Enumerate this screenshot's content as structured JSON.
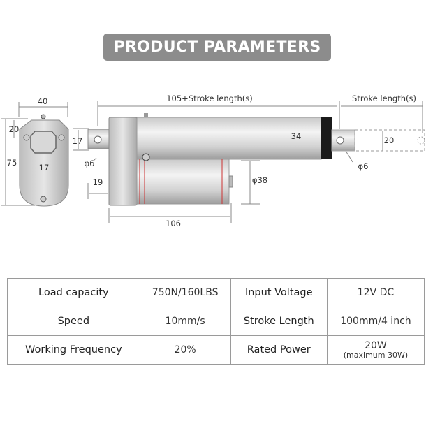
{
  "title": "PRODUCT PARAMETERS",
  "diagram": {
    "side_width": "40",
    "side_height": "75",
    "side_top": "20",
    "side_square": "17",
    "clevis_height": "17",
    "clevis_hole": "φ6",
    "total_length": "105+Stroke length(s)",
    "stroke_length": "Stroke length(s)",
    "tube_diameter": "34",
    "rod_width": "20",
    "rod_hole": "φ6",
    "motor_diameter": "φ38",
    "gear_offset": "19",
    "motor_length": "106"
  },
  "specs": [
    {
      "label": "Load capacity",
      "value": "750N/160LBS",
      "label2": "Input Voltage",
      "value2": "12V DC"
    },
    {
      "label": "Speed",
      "value": "10mm/s",
      "label2": "Stroke Length",
      "value2": "100mm/4 inch"
    },
    {
      "label": "Working Frequency",
      "value": "20%",
      "label2": "Rated Power",
      "value2": "20W",
      "value2_sub": "(maximum 30W)"
    }
  ]
}
